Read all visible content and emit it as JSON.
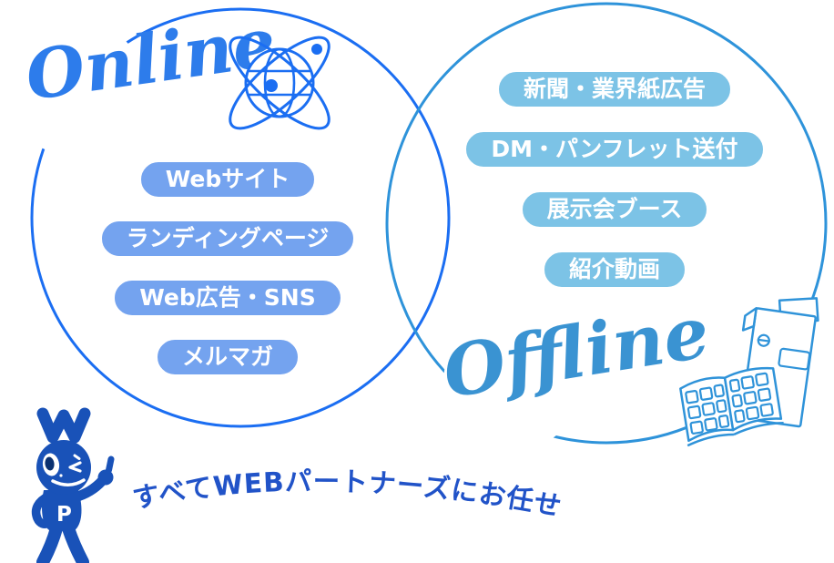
{
  "diagram": {
    "online": {
      "label": "Online",
      "icon": "globe-network-icon",
      "items": [
        "Webサイト",
        "ランディングページ",
        "Web広告・SNS",
        "メルマガ"
      ]
    },
    "offline": {
      "label": "Offline",
      "icon": "print-media-icon",
      "items": [
        "新聞・業界紙広告",
        "DM・パンフレット送付",
        "展示会ブース",
        "紹介動画"
      ]
    },
    "tagline": "すべてWEBパートナーズにお任せ！",
    "mascot": {
      "name": "web-partners-mascot",
      "letter": "P"
    },
    "colors": {
      "online_circle": "#1b6ef2",
      "offline_circle": "#2e93da",
      "online_pill": "#74a3ef",
      "offline_pill": "#7cc3e6",
      "online_script": "#2d7ceb",
      "offline_script": "#3a93d2",
      "tagline": "#2153c8",
      "mascot": "#1952b8"
    }
  }
}
